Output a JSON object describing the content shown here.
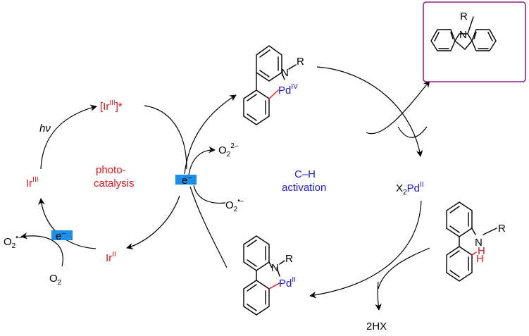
{
  "photocatalysis_cycle": {
    "ir_excited": "[Ir",
    "ir_excited_sup": "III",
    "ir_excited_tail": "]*",
    "hv": "hν",
    "ir3": "Ir",
    "ir3_sup": "III",
    "ir2": "Ir",
    "ir2_sup": "II",
    "label_line1": "photo-",
    "label_line2": "catalysis",
    "electron": "e",
    "electron_sup": "–",
    "o2": "O",
    "o2_sub": "2",
    "superoxide": "O",
    "superoxide_sub": "2",
    "superoxide_sup": "•–"
  },
  "center_electron": {
    "electron": "e",
    "electron_sup": "–",
    "peroxide": "O",
    "peroxide_sub": "2",
    "peroxide_sup": "2–",
    "superoxide": "O",
    "superoxide_sub": "2",
    "superoxide_sup": "•–"
  },
  "ch_activation_cycle": {
    "label_line1": "C–H",
    "label_line2": "activation",
    "pd4_n": "N",
    "pd4_r": "R",
    "pd4": "Pd",
    "pd4_sup": "IV",
    "x2pd_x": "X",
    "x2pd_sub": "2",
    "x2pd_pd": "Pd",
    "x2pd_sup": "II",
    "pd2_n": "N",
    "pd2_r": "R",
    "pd2": "Pd",
    "pd2_sup": "II",
    "byproduct": "2HX"
  },
  "substrate": {
    "n": "N",
    "r": "R",
    "h_n": "H",
    "h_c": "H"
  },
  "product": {
    "n": "N",
    "r": "R"
  },
  "colors": {
    "iridium": "#e8141e",
    "palladium": "#1a1ad6",
    "electron_box": "#1e8fe6",
    "product_frame": "#8b1f8b"
  }
}
